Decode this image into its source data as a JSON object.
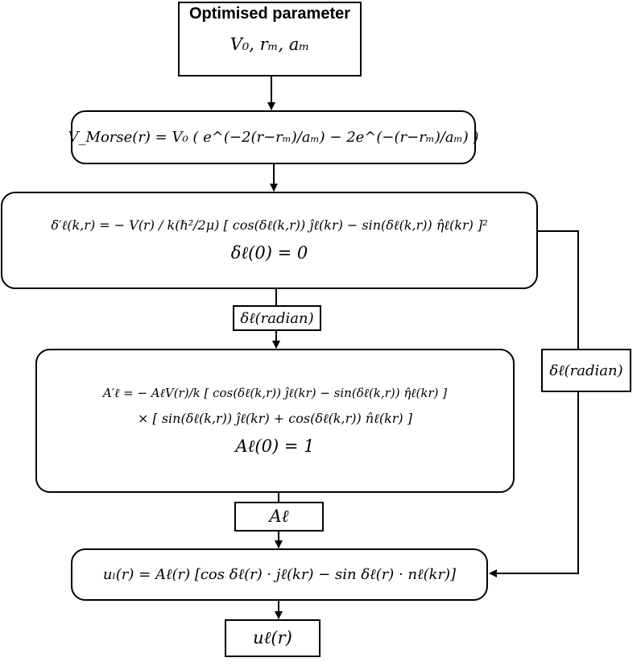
{
  "nodes": {
    "params": {
      "title": "Optimised parameter",
      "formula": "V₀, rₘ, aₘ"
    },
    "morse": {
      "formula": "V_Morse(r) = V₀ ( e^(−2(r−rₘ)/aₘ) − 2e^(−(r−rₘ)/aₘ) )"
    },
    "phase_eq": {
      "formula": "δ′ℓ(k,r) = − V(r) / k(ℏ²/2μ) [ cos(δℓ(k,r)) ĵℓ(kr) − sin(δℓ(k,r)) η̂ℓ(kr) ]²",
      "initial": "δℓ(0) = 0"
    },
    "phase_out": {
      "label": "δℓ(radian)"
    },
    "amp_eq": {
      "line1": "A′ℓ = − AℓV(r)/k [ cos(δℓ(k,r)) ĵℓ(kr) − sin(δℓ(k,r)) η̂ℓ(kr) ]",
      "line2": "× [ sin(δℓ(k,r)) ĵℓ(kr) + cos(δℓ(k,r)) n̂ℓ(kr) ]",
      "initial": "Aℓ(0) = 1"
    },
    "amp_out": {
      "label": "Aℓ"
    },
    "side_label": {
      "label": "δℓ(radian)"
    },
    "wave_eq": {
      "formula": "uₗ(r) = Aℓ(r) [cos δℓ(r) · jℓ(kr) − sin δℓ(r) · nℓ(kr)]"
    },
    "wave_out": {
      "label": "uℓ(r)"
    }
  }
}
